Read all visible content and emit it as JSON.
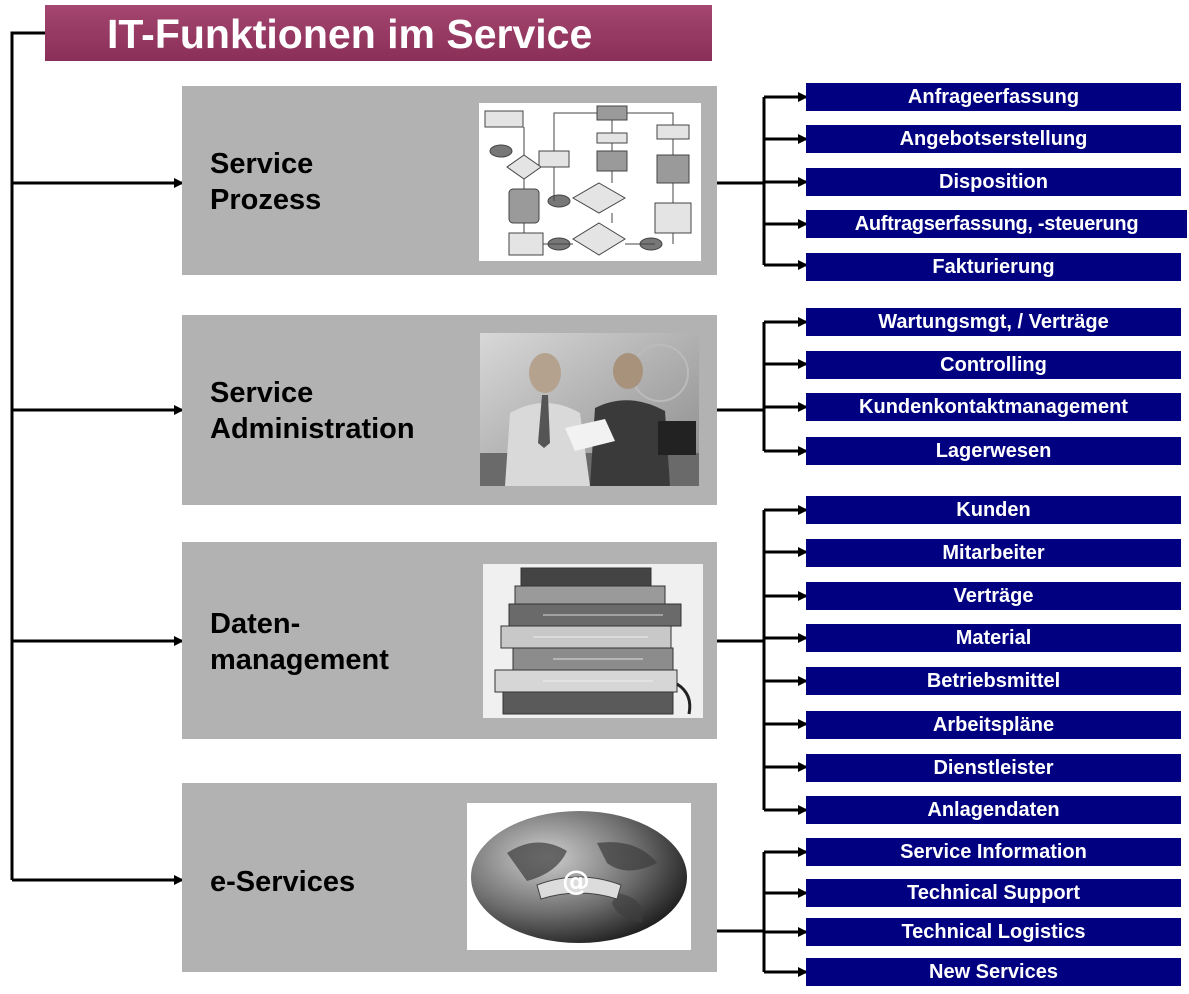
{
  "title": "IT-Funktionen im Service",
  "sections": [
    {
      "label_lines": [
        "Service",
        "Prozess"
      ],
      "image": "flowchart-image",
      "items": [
        "Anfrageerfassung",
        "Angebotserstellung",
        "Disposition",
        "Auftragserfassung, -steuerung",
        "Fakturierung"
      ]
    },
    {
      "label_lines": [
        "Service",
        "Administration"
      ],
      "image": "business-meeting-photo",
      "items": [
        "Wartungsmgt, / Verträge",
        "Controlling",
        "Kundenkontaktmanagement",
        "Lagerwesen"
      ]
    },
    {
      "label_lines": [
        "Daten-",
        "management"
      ],
      "image": "book-stack-photo",
      "items": [
        "Kunden",
        "Mitarbeiter",
        "Verträge",
        "Material",
        "Betriebsmittel",
        "Arbeitspläne",
        "Dienstleister",
        "Anlagendaten"
      ]
    },
    {
      "label_lines": [
        "e-Services"
      ],
      "image": "globe-handshake-image",
      "globe_symbol": "@",
      "items": [
        "Service Information",
        "Technical Support",
        "Technical Logistics",
        "New Services"
      ]
    }
  ],
  "colors": {
    "title_bg": "#94365f",
    "section_bg": "#b2b2b2",
    "item_bg": "#000080",
    "item_text": "#ffffff",
    "connector": "#000000"
  }
}
